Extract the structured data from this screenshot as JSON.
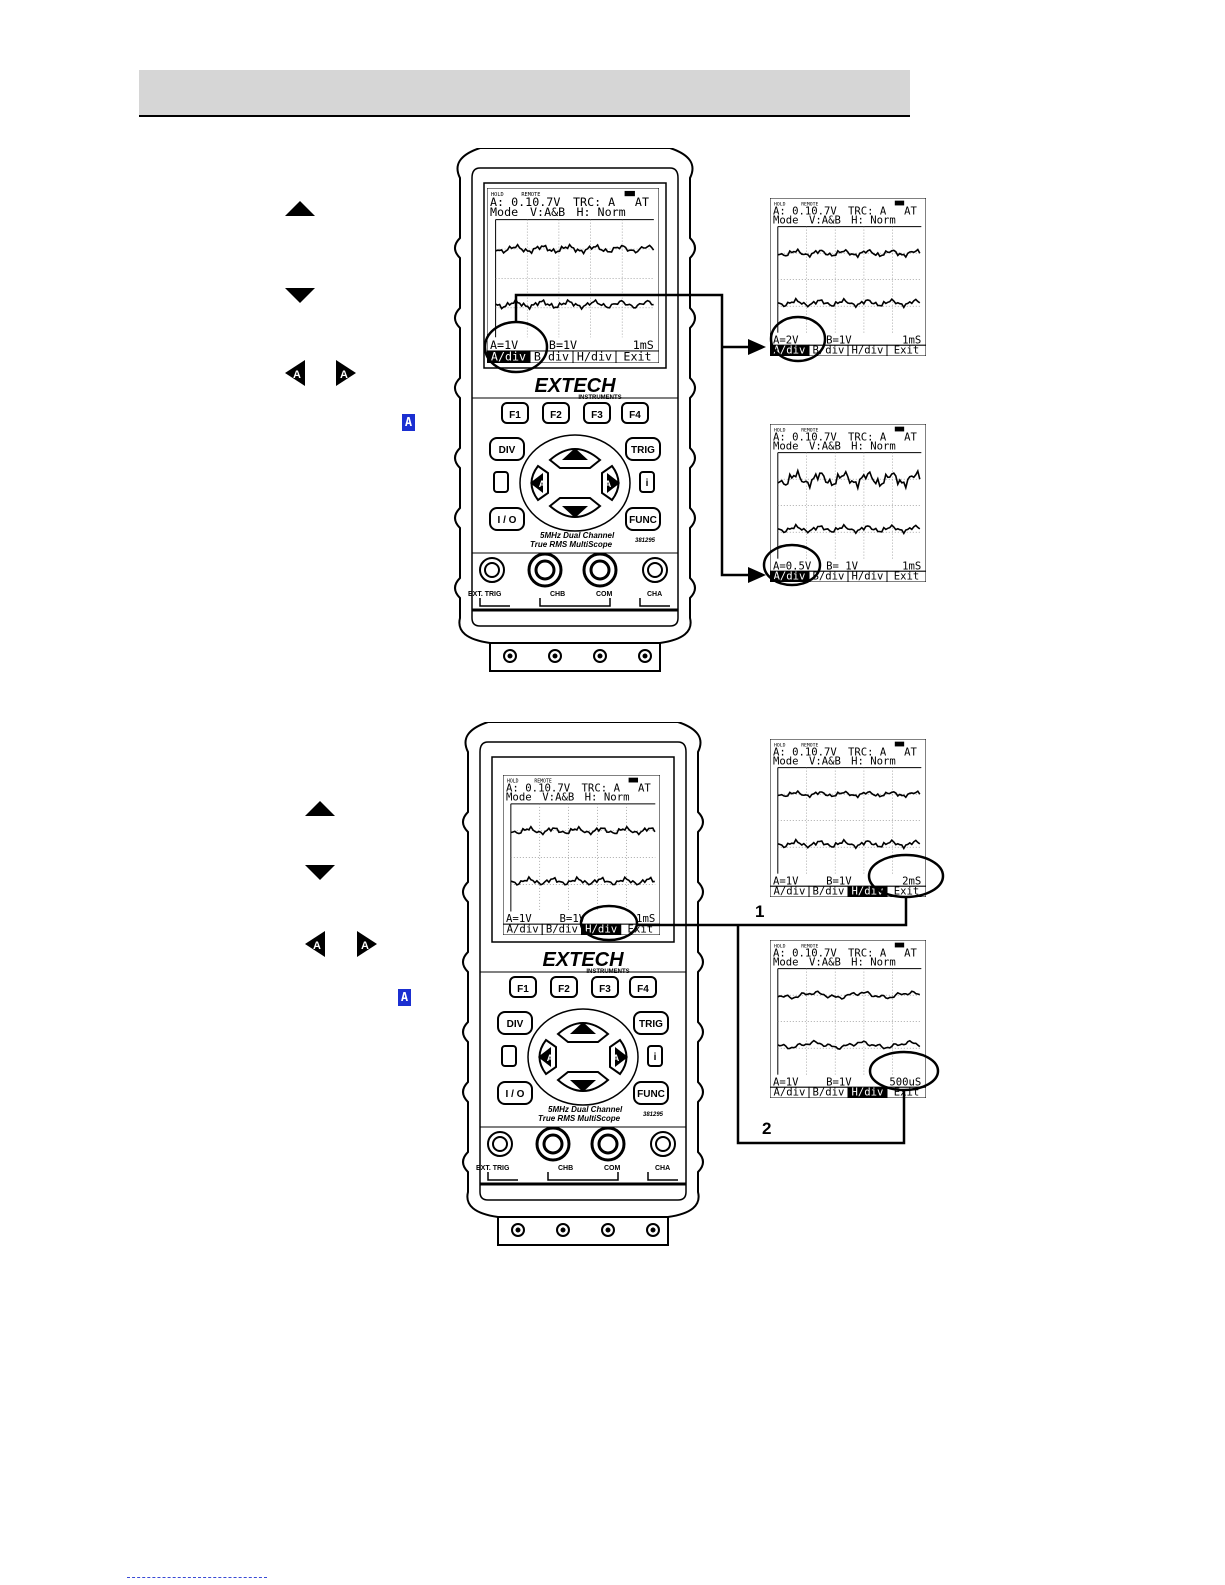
{
  "colors": {
    "accent": "#1b2fd1",
    "header_bar": "#d6d6d6"
  },
  "device": {
    "brand": "EXTECH",
    "sub_brand": "INSTRUMENTS",
    "product_line1": "5MHz Dual Channel",
    "product_line2": "True RMS MultiScope",
    "model": "381295",
    "buttons": {
      "f1": "F1",
      "f2": "F2",
      "f3": "F3",
      "f4": "F4",
      "div": "DIV",
      "trig": "TRIG",
      "power": "I / O",
      "func": "FUNC",
      "info": "i",
      "a_left": "A",
      "a_right": "A"
    },
    "jacks": {
      "ext_trig": "EXT. TRIG",
      "chb": "CHB",
      "com": "COM",
      "cha": "CHA"
    }
  },
  "screen_common": {
    "hold": "HOLD",
    "remote": "REMOTE",
    "line1": "A: 0.10.7V",
    "trig": "TRC: A",
    "at": "AT",
    "mode": "Mode",
    "vmode": "V:A&B",
    "hmode": "H: Norm",
    "menu": [
      "A/div",
      "B/div",
      "H/div",
      "Exit"
    ]
  },
  "screens": {
    "s1_main": {
      "a_div": "A=1V",
      "b_div": "B=1V",
      "time": "1mS"
    },
    "s1_r1": {
      "a_div": "A=2V",
      "b_div": "B=1V",
      "time": "1mS"
    },
    "s1_r2": {
      "a_div": "A=0.5V",
      "b_div": "B= 1V",
      "time": "1mS"
    },
    "s2_main": {
      "a_div": "A=1V",
      "b_div": "B=1V",
      "time": "1mS"
    },
    "s2_r1": {
      "a_div": "A=1V",
      "b_div": "B=1V",
      "time": "2mS"
    },
    "s2_r2": {
      "a_div": "A=1V",
      "b_div": "B=1V",
      "time": "500uS"
    }
  },
  "callouts": {
    "one": "1",
    "two": "2"
  },
  "icons": {
    "up": "up-arrow-icon",
    "down": "down-arrow-icon",
    "left": "left-a-arrow-icon",
    "right": "right-a-arrow-icon",
    "indicator": "a-indicator-icon"
  }
}
